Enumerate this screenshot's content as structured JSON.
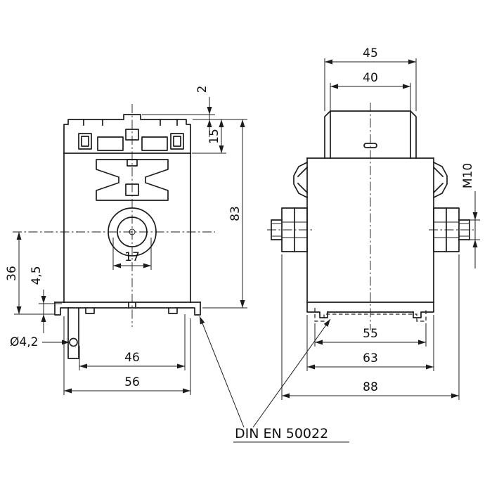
{
  "drawing": {
    "note": "DIN EN 50022",
    "front_view": {
      "dim_tab_offset": "2",
      "dim_top_section_height": "15",
      "dim_overall_height": "83",
      "dim_center_to_bottom": "36",
      "dim_foot_offset": "4,5",
      "dim_hole_spacing": "17",
      "dim_hole_diameter": "Ø4,2",
      "dim_inner_width": "46",
      "dim_overall_width": "56"
    },
    "side_view": {
      "dim_top_outer_width": "45",
      "dim_top_inner_width": "40",
      "dim_thread": "M10",
      "dim_rail_seat_width": "55",
      "dim_body_width": "63",
      "dim_overall_width": "88"
    }
  }
}
